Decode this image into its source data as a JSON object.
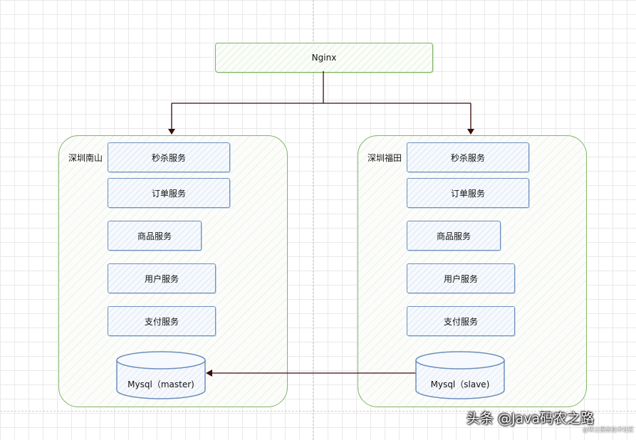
{
  "nginx": {
    "label": "Nginx"
  },
  "regions": [
    {
      "label": "深圳南山",
      "services": [
        "秒杀服务",
        "订单服务",
        "商品服务",
        "用户服务",
        "支付服务"
      ],
      "database": "Mysql（master)"
    },
    {
      "label": "深圳福田",
      "services": [
        "秒杀服务",
        "订单服务",
        "商品服务",
        "用户服务",
        "支付服务"
      ],
      "database": "Mysql（slave)"
    }
  ],
  "watermark": {
    "text": "头条 @Java码农之路",
    "sub": "@稀土掘金技术社区"
  },
  "colors": {
    "region_stroke": "#82b366",
    "service_stroke": "#6c8ebf",
    "arrow": "#3b0c0c"
  }
}
